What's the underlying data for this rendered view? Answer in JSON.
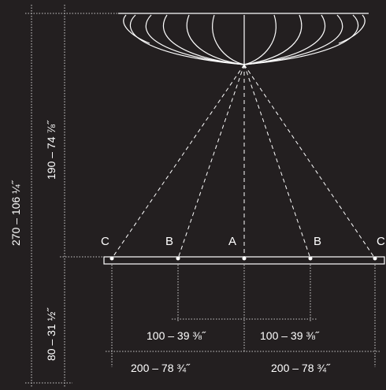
{
  "colors": {
    "background": "#231f20",
    "lines": "#ffffff"
  },
  "points": {
    "c_left": "C",
    "b_left": "B",
    "a": "A",
    "b_right": "B",
    "c_right": "C"
  },
  "dimensions": {
    "total_height": "270 – 106 ¼˝",
    "suspension_height": "190 – 74 ⅞˝",
    "bar_height": "80 – 31 ½˝",
    "inner_left": "100 – 39 ⅜˝",
    "inner_right": "100 – 39 ⅜˝",
    "outer_left": "200 – 78 ¾˝",
    "outer_right": "200 – 78 ¾˝"
  }
}
